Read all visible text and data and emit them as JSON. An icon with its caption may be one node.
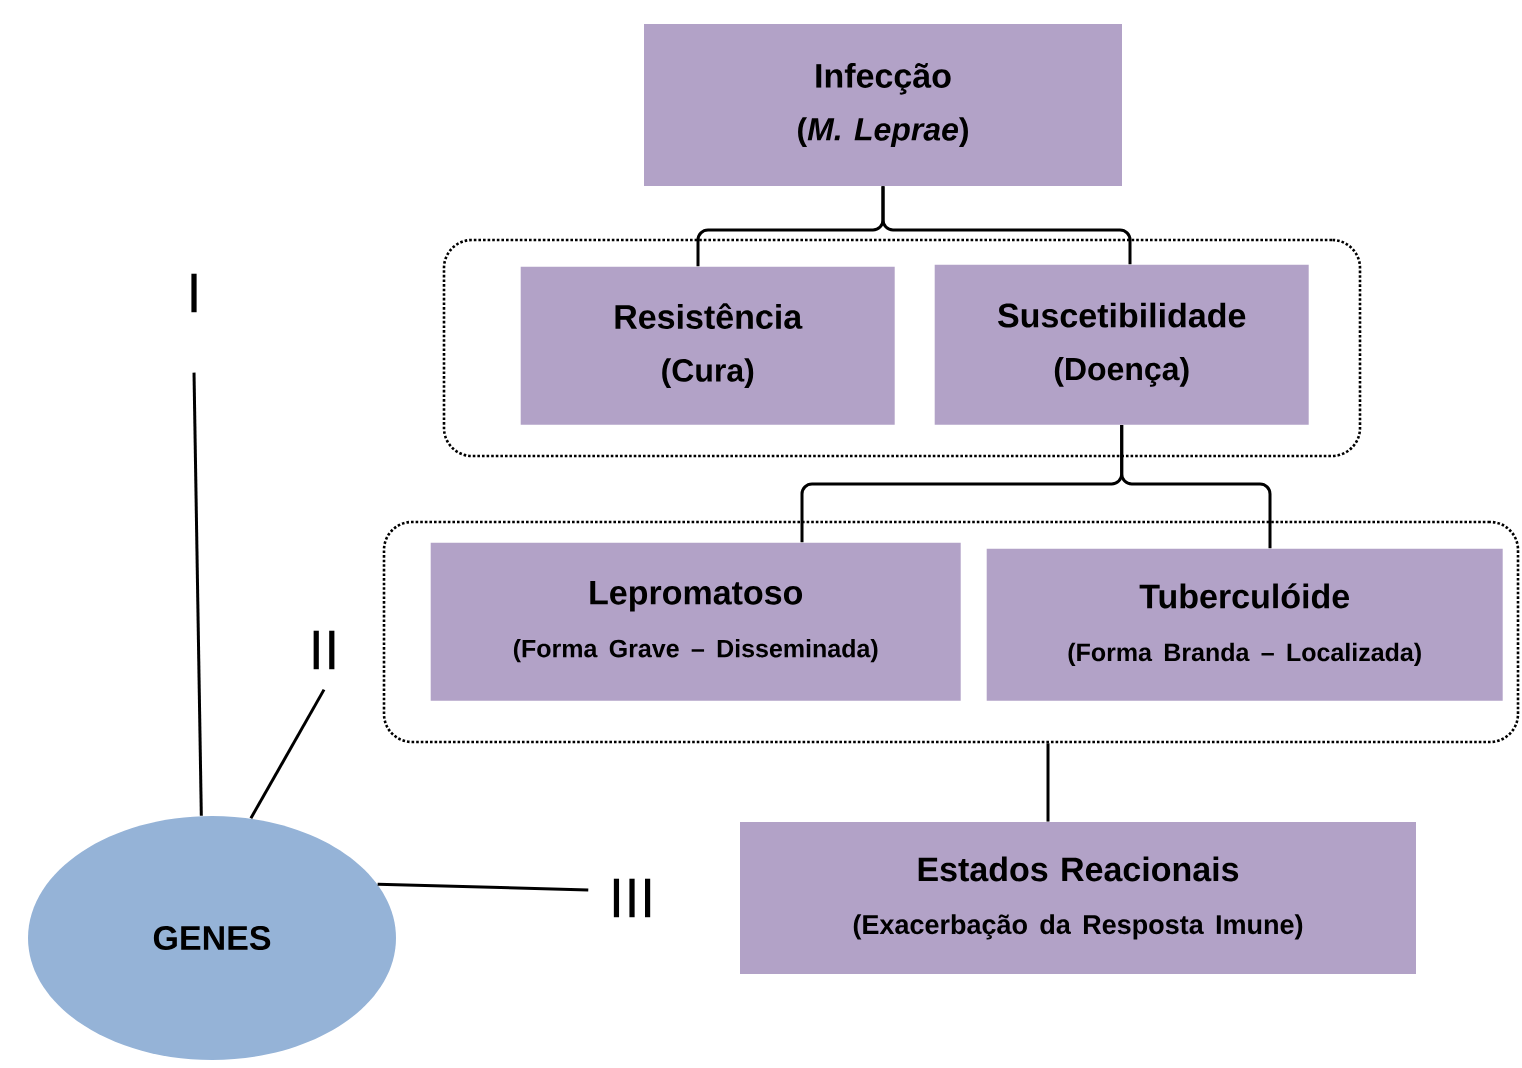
{
  "diagram": {
    "nodes": [
      {
        "text": [
          "Infecção",
          "(*M. Leprae*)"
        ]
      },
      {
        "text": [],
        "shape": "box"
      },
      {
        "text": [
          "Resistência",
          "(Cura)"
        ],
        "in": 1
      },
      {
        "text": [
          "Suscetibilidade",
          "(Doença)"
        ],
        "in": 1
      },
      {
        "text": [],
        "shape": "box"
      },
      {
        "text": [
          "Lepromatoso",
          "(Forma Grave – Disseminada)"
        ],
        "in": 4
      },
      {
        "text": [
          "Tuberculóide",
          "(Forma Branda – Localizada)"
        ],
        "in": 4
      },
      {
        "text": [
          "Estados Reacionais",
          "(Exacerbação da Resposta Imune)"
        ]
      },
      {
        "text": [
          "GENES"
        ]
      },
      {
        "text": [
          "I"
        ]
      },
      {
        "text": [
          "II"
        ]
      },
      {
        "text": [
          "III"
        ]
      }
    ],
    "edges": [
      {
        "from": 0,
        "to": 2,
        "arrow": "none"
      },
      {
        "from": 0,
        "to": 3,
        "arrow": "none"
      },
      {
        "from": 3,
        "to": 5,
        "arrow": "none"
      },
      {
        "from": 3,
        "to": 6,
        "arrow": "none"
      },
      {
        "from": 4,
        "to": 7,
        "arrow": "none"
      },
      {
        "from": 8,
        "to": 9,
        "arrow": "none"
      },
      {
        "from": 8,
        "to": 10,
        "arrow": "none"
      },
      {
        "from": 8,
        "to": 11,
        "arrow": "none"
      }
    ]
  }
}
